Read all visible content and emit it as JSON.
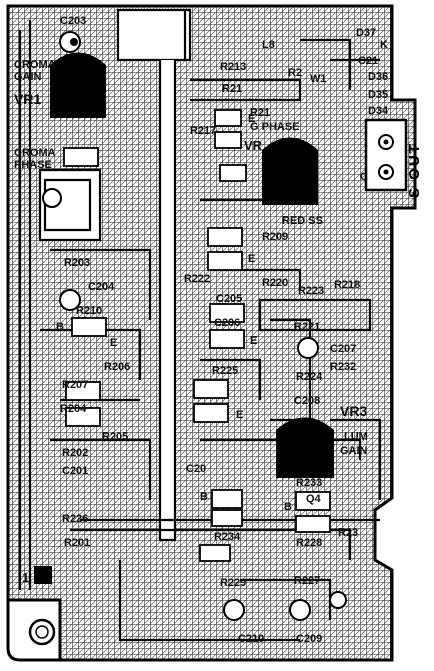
{
  "side_label": "S OUT",
  "labels": {
    "c203": "C203",
    "chroma": "CROMA",
    "gain": "GAIN",
    "vr1": "VR1",
    "l8": "L8",
    "r213": "R213",
    "r21": "R21",
    "r2_a": "R2",
    "d37": "D37",
    "k": "K",
    "c21": "C21",
    "vr_w1": "W1",
    "d36": "D36",
    "d35": "D35",
    "d34": "D34",
    "r217": "R217",
    "r21x": "R21",
    "g_phase": "G PHASE",
    "vr2": "VR",
    "chroma2": "CROMA",
    "phase": "PHASE",
    "r203": "R203",
    "red_ss": "RED SS",
    "r209": "R209",
    "r210": "R210",
    "c204": "C204",
    "r222": "R222",
    "r223": "R223",
    "r220": "R220",
    "r218": "R218",
    "c205": "C205",
    "r221": "R221",
    "c206": "C206",
    "r206": "R206",
    "r207": "R207",
    "c207": "C207",
    "r225": "R225",
    "r224": "R224",
    "r232": "R232",
    "r204": "R204",
    "c208": "C208",
    "vr3": "VR3",
    "r205": "R205",
    "lum": "LUM",
    "gain2": "GAIN",
    "r202": "R202",
    "c201": "C201",
    "c20x": "C20",
    "r233": "R233",
    "q4": "Q4",
    "r226": "R226",
    "r201": "R201",
    "r234": "R234",
    "r23": "R23",
    "r228": "R228",
    "r227": "R227",
    "r229": "R229",
    "c210": "C210",
    "c209": "C209",
    "one": "1",
    "e1": "E",
    "e2": "E",
    "e3": "E",
    "e4": "E",
    "e5": "E",
    "b1": "B",
    "b2": "B",
    "b3": "B",
    "cap": "C"
  }
}
